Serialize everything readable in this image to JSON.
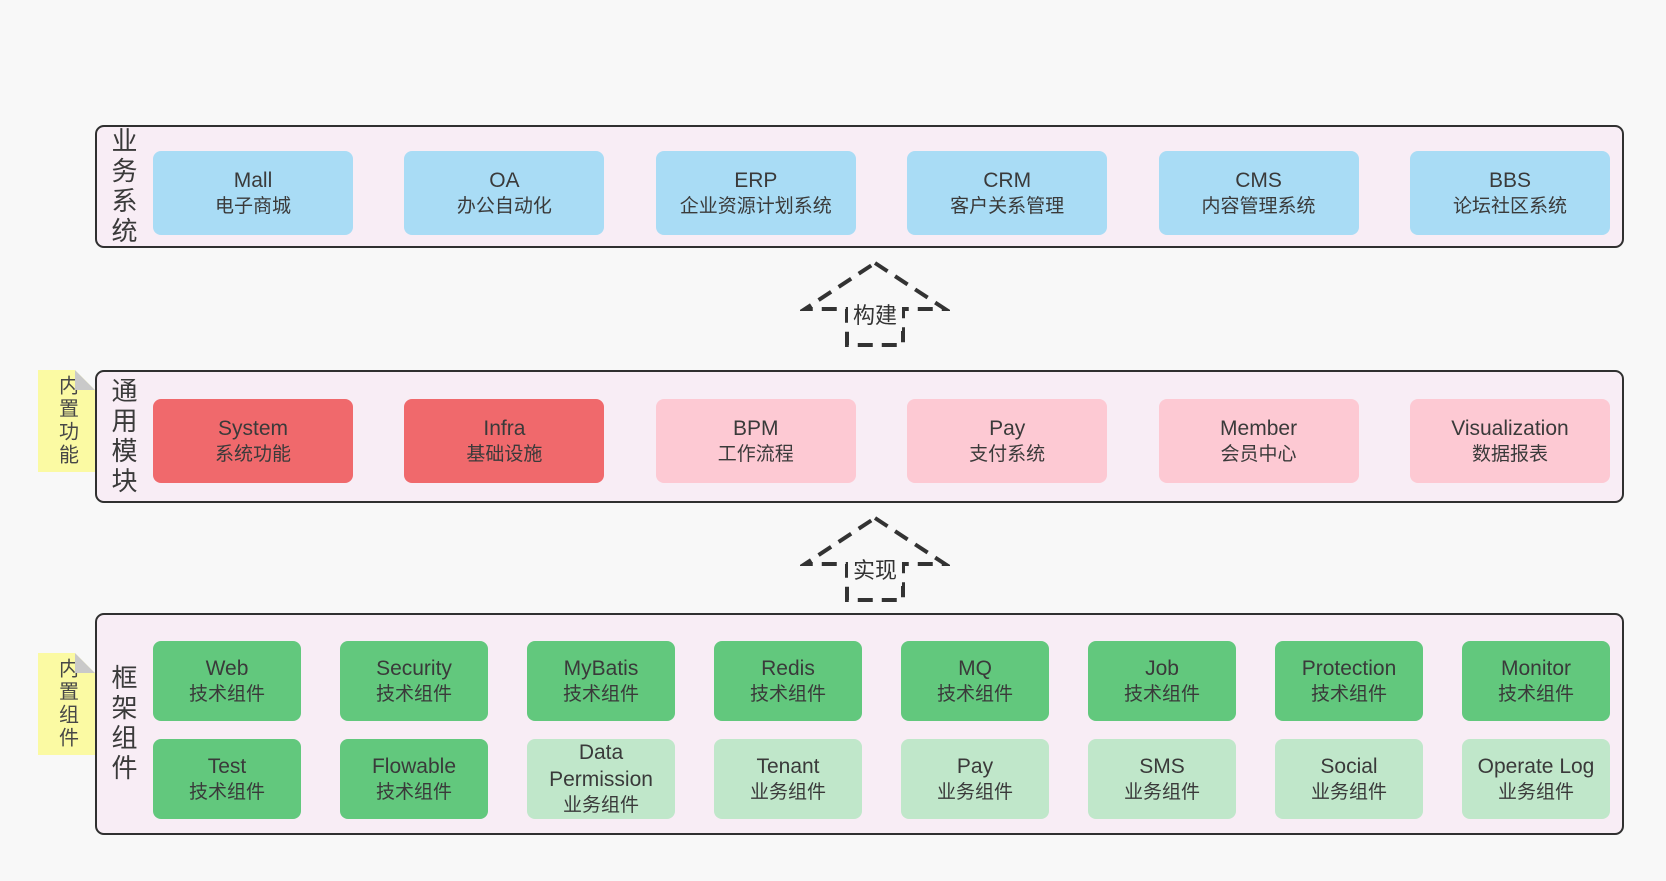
{
  "colors": {
    "page_bg": "#f8f8f8",
    "band_bg": "#f8edf5",
    "band_border": "#303030",
    "box_blue": "#a9dcf5",
    "box_red": "#f0696c",
    "box_pink": "#fdc9d3",
    "box_green": "#62c87d",
    "box_light_green": "#c0e7ca",
    "note_yellow": "#fbfaa3",
    "note_fold": "#c9c9c9",
    "text_dark": "#3a3a3a"
  },
  "arrows": [
    {
      "label": "构建"
    },
    {
      "label": "实现"
    }
  ],
  "notes": [
    {
      "label": "内置功能"
    },
    {
      "label": "内置组件"
    }
  ],
  "bands": [
    {
      "label": "业务系统",
      "rows": [
        [
          {
            "en": "Mall",
            "cn": "电子商城",
            "type": "blue"
          },
          {
            "en": "OA",
            "cn": "办公自动化",
            "type": "blue"
          },
          {
            "en": "ERP",
            "cn": "企业资源计划系统",
            "type": "blue"
          },
          {
            "en": "CRM",
            "cn": "客户关系管理",
            "type": "blue"
          },
          {
            "en": "CMS",
            "cn": "内容管理系统",
            "type": "blue"
          },
          {
            "en": "BBS",
            "cn": "论坛社区系统",
            "type": "blue"
          }
        ]
      ]
    },
    {
      "label": "通用模块",
      "rows": [
        [
          {
            "en": "System",
            "cn": "系统功能",
            "type": "red"
          },
          {
            "en": "Infra",
            "cn": "基础设施",
            "type": "red"
          },
          {
            "en": "BPM",
            "cn": "工作流程",
            "type": "pink"
          },
          {
            "en": "Pay",
            "cn": "支付系统",
            "type": "pink"
          },
          {
            "en": "Member",
            "cn": "会员中心",
            "type": "pink"
          },
          {
            "en": "Visualization",
            "cn": "数据报表",
            "type": "pink"
          }
        ]
      ]
    },
    {
      "label": "框架组件",
      "rows": [
        [
          {
            "en": "Web",
            "cn": "技术组件",
            "type": "green"
          },
          {
            "en": "Security",
            "cn": "技术组件",
            "type": "green"
          },
          {
            "en": "MyBatis",
            "cn": "技术组件",
            "type": "green"
          },
          {
            "en": "Redis",
            "cn": "技术组件",
            "type": "green"
          },
          {
            "en": "MQ",
            "cn": "技术组件",
            "type": "green"
          },
          {
            "en": "Job",
            "cn": "技术组件",
            "type": "green"
          },
          {
            "en": "Protection",
            "cn": "技术组件",
            "type": "green"
          },
          {
            "en": "Monitor",
            "cn": "技术组件",
            "type": "green"
          }
        ],
        [
          {
            "en": "Test",
            "cn": "技术组件",
            "type": "green"
          },
          {
            "en": "Flowable",
            "cn": "技术组件",
            "type": "green"
          },
          {
            "en": "Data Permission",
            "cn": "业务组件",
            "type": "light-green"
          },
          {
            "en": "Tenant",
            "cn": "业务组件",
            "type": "light-green"
          },
          {
            "en": "Pay",
            "cn": "业务组件",
            "type": "light-green"
          },
          {
            "en": "SMS",
            "cn": "业务组件",
            "type": "light-green"
          },
          {
            "en": "Social",
            "cn": "业务组件",
            "type": "light-green"
          },
          {
            "en": "Operate Log",
            "cn": "业务组件",
            "type": "light-green"
          }
        ]
      ]
    }
  ]
}
